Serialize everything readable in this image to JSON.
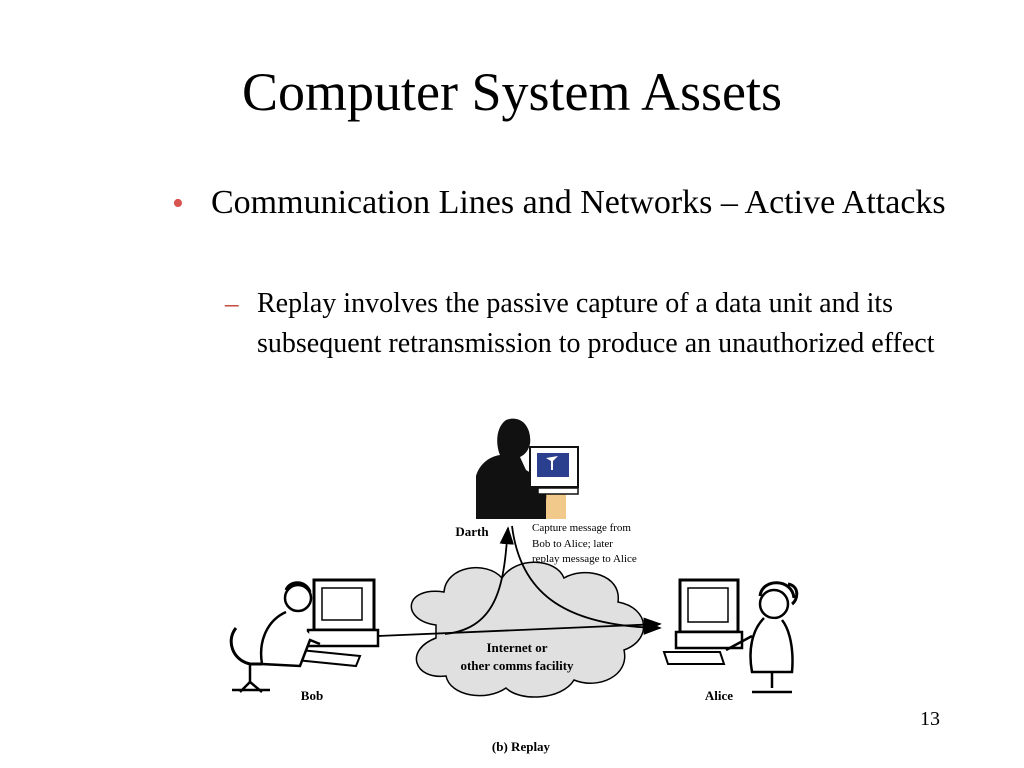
{
  "slide": {
    "title": "Computer System Assets",
    "bullet": "Communication Lines and Networks – Active Attacks",
    "sub_bullet": "Replay involves the passive capture of a data unit and its subsequent retransmission to produce an unauthorized effect",
    "page_number": "13"
  },
  "diagram": {
    "darth_label": "Darth",
    "bob_label": "Bob",
    "alice_label": "Alice",
    "cloud_label_line1": "Internet or",
    "cloud_label_line2": "other comms facility",
    "capture_note_line1": "Capture message from",
    "capture_note_line2": "Bob to Alice; later",
    "capture_note_line3": "replay message to Alice",
    "caption": "(b) Replay"
  },
  "colors": {
    "bullet_marker": "#d9534f",
    "cloud_fill": "#e0e0e0",
    "darth_screen": "#2b3f8f"
  }
}
